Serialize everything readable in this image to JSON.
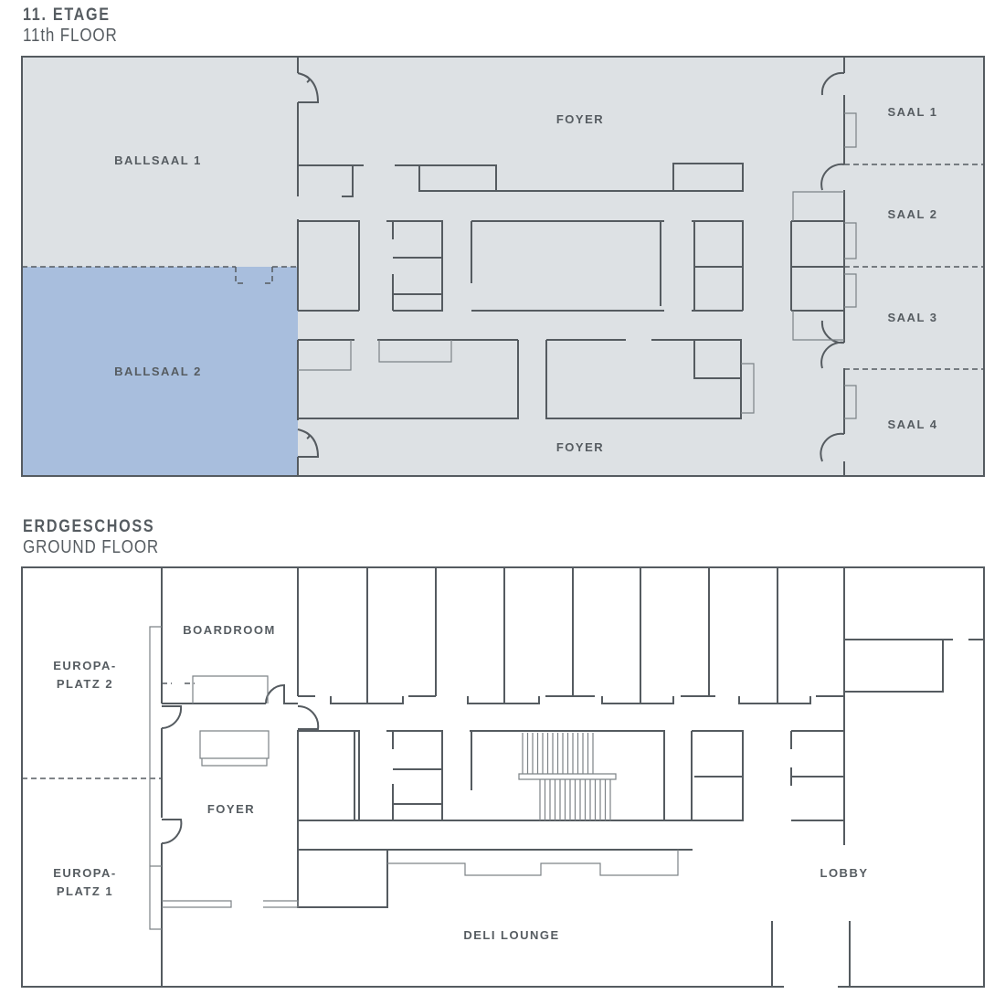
{
  "floors": [
    {
      "title_de": "11. ETAGE",
      "title_en": "11th FLOOR",
      "rooms": {
        "ballsaal1": "BALLSAAL 1",
        "ballsaal2": "BALLSAAL 2",
        "foyer_top": "FOYER",
        "foyer_bottom": "FOYER",
        "saal1": "SAAL 1",
        "saal2": "SAAL 2",
        "saal3": "SAAL 3",
        "saal4": "SAAL 4"
      },
      "highlighted_room": "BALLSAAL 2"
    },
    {
      "title_de": "ERDGESCHOSS",
      "title_en": "GROUND FLOOR",
      "rooms": {
        "boardroom": "BOARDROOM",
        "europaplatz2_a": "EUROPA-",
        "europaplatz2_b": "PLATZ 2",
        "europaplatz1_a": "EUROPA-",
        "europaplatz1_b": "PLATZ 1",
        "foyer": "FOYER",
        "lobby": "LOBBY",
        "deli": "DELI LOUNGE"
      }
    }
  ],
  "colors": {
    "floor": "#dde1e4",
    "wall": "#555b60",
    "highlight": "#a8bedd"
  }
}
